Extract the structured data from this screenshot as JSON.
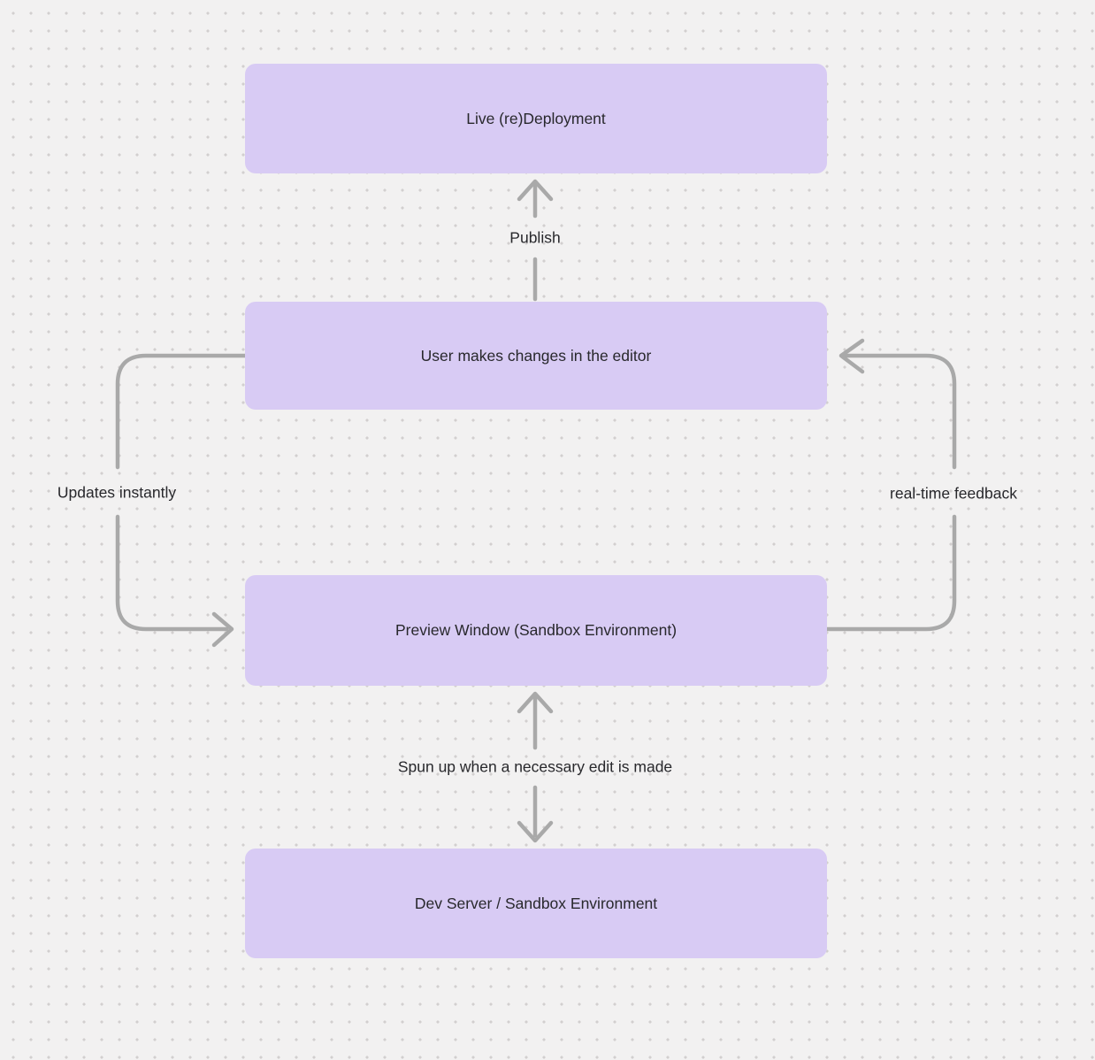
{
  "theme": {
    "background": "#f2f1f1",
    "dot_color": "#d2cfcf",
    "node_fill": "#d8cbf4",
    "connector_color": "#a9a9a9",
    "text_color": "#28282c"
  },
  "nodes": [
    {
      "label": "Live (re)Deployment"
    },
    {
      "label": "User makes changes in the editor"
    },
    {
      "label": "Preview Window (Sandbox Environment)"
    },
    {
      "label": "Dev Server / Sandbox Environment"
    }
  ],
  "edges": [
    {
      "label": "Publish",
      "from": "User makes changes in the editor",
      "to": "Live (re)Deployment",
      "style": "straight-up-arrow"
    },
    {
      "label": "Updates instantly",
      "from": "User makes changes in the editor",
      "to": "Preview Window (Sandbox Environment)",
      "style": "left-side-loop-arrow"
    },
    {
      "label": "real-time feedback",
      "from": "Preview Window (Sandbox Environment)",
      "to": "User makes changes in the editor",
      "style": "right-side-loop-arrow"
    },
    {
      "label": "Spun up when a necessary edit is made",
      "from": "Preview Window (Sandbox Environment)",
      "to": "Dev Server / Sandbox Environment",
      "style": "vertical-double-headed-arrow"
    }
  ]
}
